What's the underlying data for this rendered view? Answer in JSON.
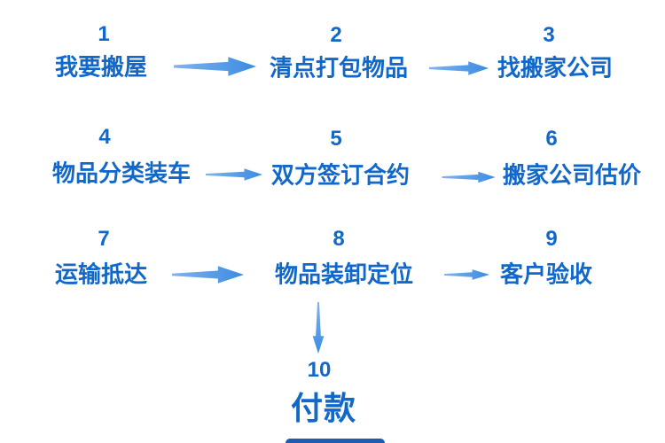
{
  "diagram": {
    "description": "moving-house process flowchart, 10 numbered steps",
    "colors": {
      "background": "#ffffff",
      "step_text": "#1268c9",
      "arrow_gradient_start": "#82b2ee",
      "arrow_gradient_end": "#3a8ce2",
      "cutoff_shape": "#1d5cb0"
    },
    "steps": [
      {
        "number": "1",
        "label": "我要搬屋"
      },
      {
        "number": "2",
        "label": "清点打包物品"
      },
      {
        "number": "3",
        "label": "找搬家公司"
      },
      {
        "number": "4",
        "label": "物品分类装车"
      },
      {
        "number": "5",
        "label": "双方签订合约"
      },
      {
        "number": "6",
        "label": "搬家公司估价"
      },
      {
        "number": "7",
        "label": "运输抵达"
      },
      {
        "number": "8",
        "label": "物品装卸定位"
      },
      {
        "number": "9",
        "label": "客户验收"
      },
      {
        "number": "10",
        "label": "付款"
      }
    ],
    "connections": [
      {
        "from": "1",
        "to": "2",
        "direction": "right"
      },
      {
        "from": "2",
        "to": "3",
        "direction": "right"
      },
      {
        "from": "4",
        "to": "5",
        "direction": "right"
      },
      {
        "from": "5",
        "to": "6",
        "direction": "right"
      },
      {
        "from": "7",
        "to": "8",
        "direction": "right"
      },
      {
        "from": "8",
        "to": "9",
        "direction": "right"
      },
      {
        "from": "8",
        "to": "10",
        "direction": "down"
      }
    ]
  }
}
